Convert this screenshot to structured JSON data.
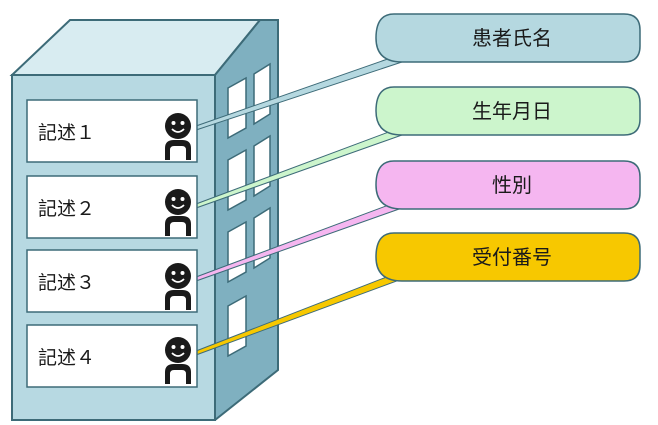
{
  "records": [
    {
      "label": "記述１",
      "callout": "患者氏名",
      "callout_color": "#b5d8e0"
    },
    {
      "label": "記述２",
      "callout": "生年月日",
      "callout_color": "#ccf5cc"
    },
    {
      "label": "記述３",
      "callout": "性別",
      "callout_color": "#f5b6f0"
    },
    {
      "label": "記述４",
      "callout": "受付番号",
      "callout_color": "#f7c800"
    }
  ],
  "icons": {
    "person": "person-icon",
    "window": "window-icon"
  },
  "colors": {
    "building_front": "#b7d9e2",
    "building_side": "#7fb0c0",
    "building_top": "#d8ecf1",
    "outline": "#3d6b78",
    "panel": "#ffffff"
  }
}
